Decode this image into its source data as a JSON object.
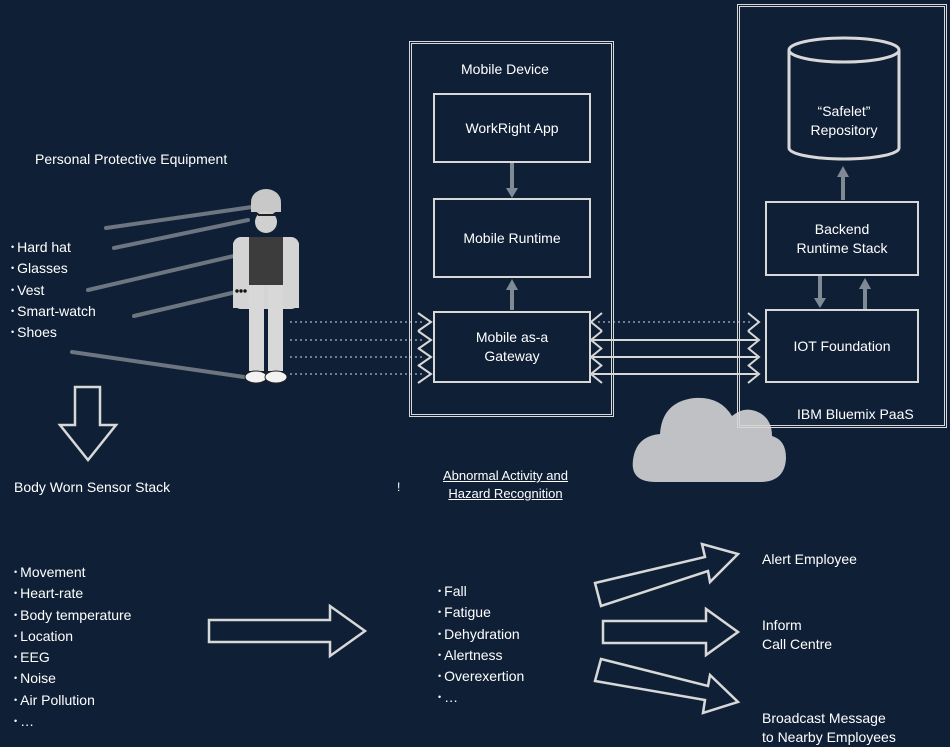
{
  "ppe": {
    "title": "Personal Protective Equipment",
    "items": [
      "Hard hat",
      "Glasses",
      "Vest",
      "Smart-watch",
      "Shoes"
    ]
  },
  "sensor_stack": {
    "title": "Body Worn Sensor Stack",
    "items": [
      "Movement",
      "Heart-rate",
      "Body temperature",
      "Location",
      "EEG",
      "Noise",
      "Air Pollution",
      "…"
    ]
  },
  "mobile_device": {
    "title": "Mobile Device",
    "app": "WorkRight App",
    "runtime": "Mobile Runtime",
    "gateway_line1": "Mobile as-a",
    "gateway_line2": "Gateway"
  },
  "bluemix": {
    "title": "IBM Bluemix PaaS",
    "repo_line1": "“Safelet”",
    "repo_line2": "Repository",
    "backend_line1": "Backend",
    "backend_line2": "Runtime Stack",
    "iot": "IOT Foundation"
  },
  "recognition": {
    "exclaim": "!",
    "title_line1": "Abnormal Activity and",
    "title_line2": "Hazard Recognition",
    "items": [
      "Fall",
      "Fatigue",
      "Dehydration",
      "Alertness",
      "Overexertion",
      "…"
    ]
  },
  "actions": {
    "alert": "Alert Employee",
    "inform_line1": "Inform",
    "inform_line2": "Call Centre",
    "broadcast_line1": "Broadcast Message",
    "broadcast_line2": "to Nearby Employees"
  }
}
